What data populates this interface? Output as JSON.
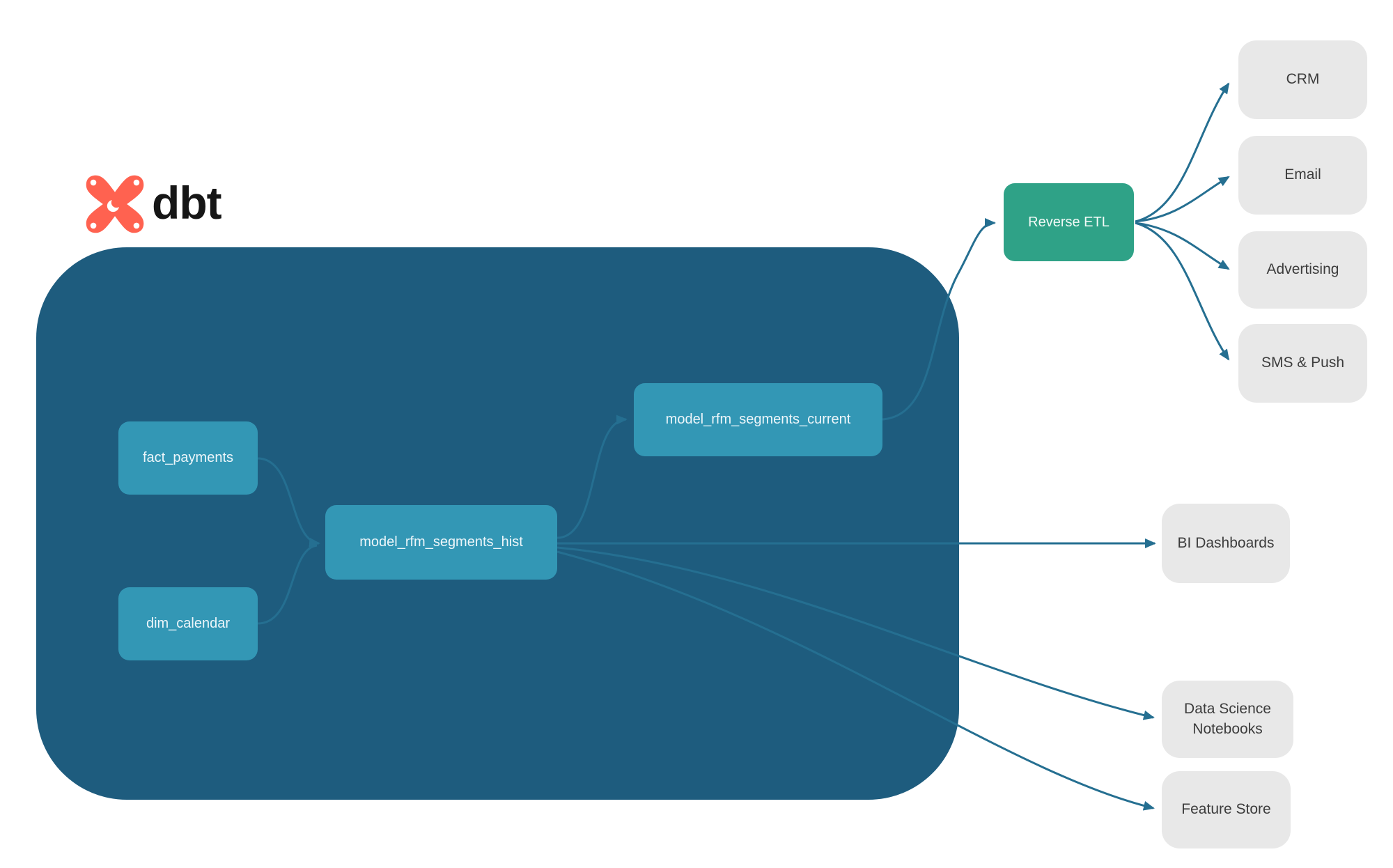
{
  "brand": {
    "name": "dbt"
  },
  "palette": {
    "warehouse_container_bg": "#1e5c7e",
    "model_node_bg": "#3397b5",
    "model_node_text": "#edf6fa",
    "reverse_etl_bg": "#2fa287",
    "destination_bg": "#e8e8e8",
    "destination_text": "#3c3c3c",
    "edge_color": "#256f91",
    "logo_orange": "#ff6250",
    "wordmark_color": "#161616"
  },
  "nodes": {
    "fact_payments": "fact_payments",
    "dim_calendar": "dim_calendar",
    "model_rfm_segments_hist": "model_rfm_segments_hist",
    "model_rfm_segments_current": "model_rfm_segments_current",
    "reverse_etl": "Reverse ETL",
    "crm": "CRM",
    "email": "Email",
    "advertising": "Advertising",
    "sms_push": "SMS & Push",
    "bi_dashboards": "BI Dashboards",
    "data_science_notebooks": "Data Science Notebooks",
    "feature_store": "Feature Store"
  },
  "edges": [
    {
      "from": "fact_payments",
      "to": "model_rfm_segments_hist"
    },
    {
      "from": "dim_calendar",
      "to": "model_rfm_segments_hist"
    },
    {
      "from": "model_rfm_segments_hist",
      "to": "model_rfm_segments_current"
    },
    {
      "from": "model_rfm_segments_current",
      "to": "reverse_etl"
    },
    {
      "from": "reverse_etl",
      "to": "crm"
    },
    {
      "from": "reverse_etl",
      "to": "email"
    },
    {
      "from": "reverse_etl",
      "to": "advertising"
    },
    {
      "from": "reverse_etl",
      "to": "sms_push"
    },
    {
      "from": "model_rfm_segments_hist",
      "to": "bi_dashboards"
    },
    {
      "from": "model_rfm_segments_hist",
      "to": "data_science_notebooks"
    },
    {
      "from": "model_rfm_segments_hist",
      "to": "feature_store"
    }
  ]
}
